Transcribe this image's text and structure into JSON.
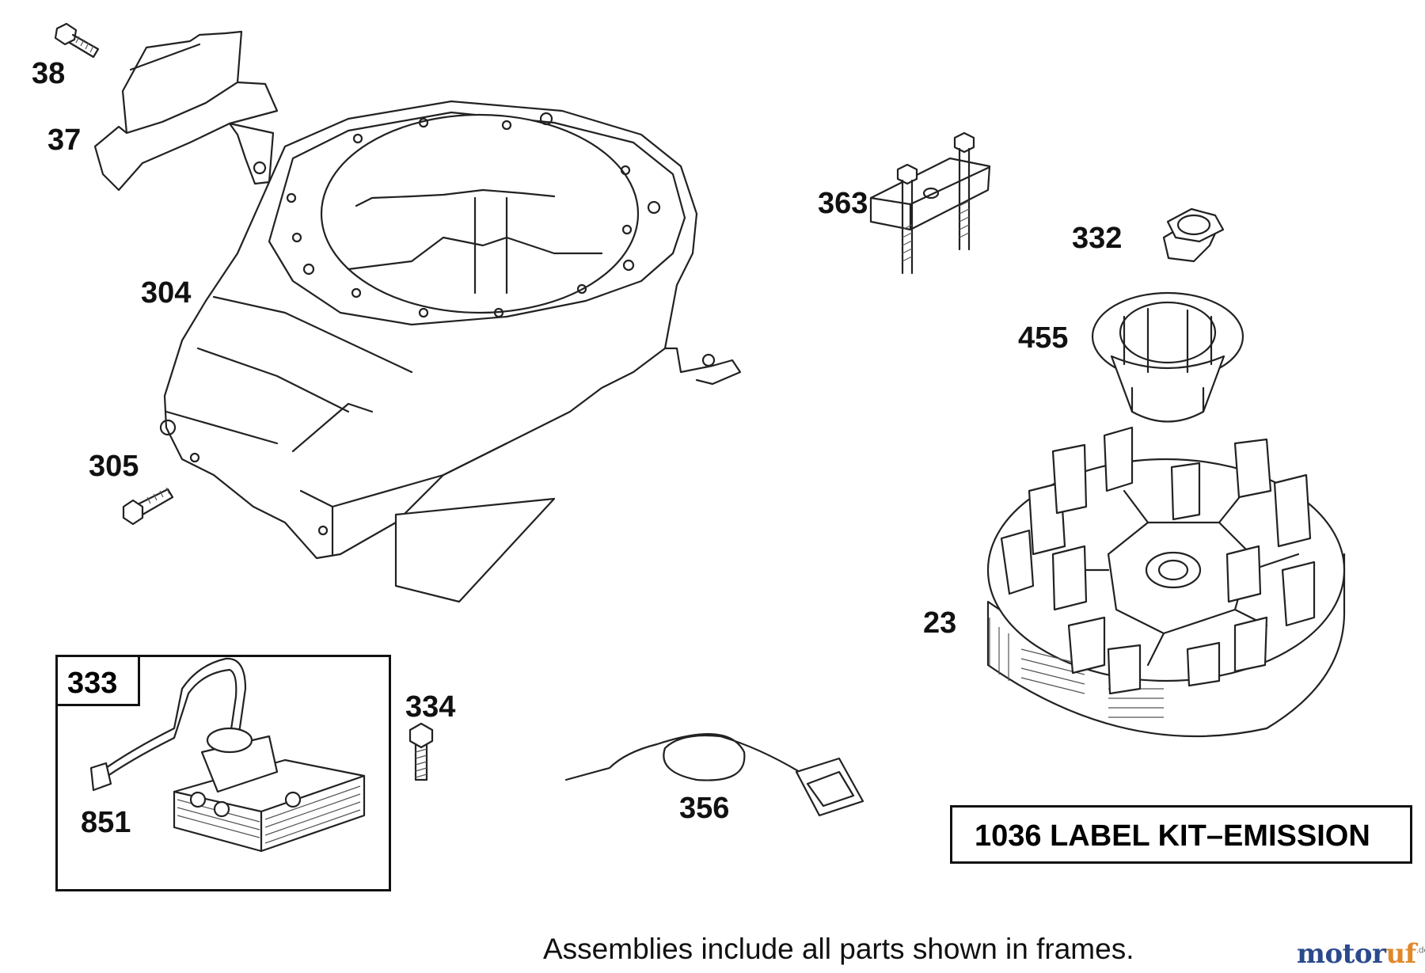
{
  "parts": [
    {
      "id": "p38",
      "number": "38",
      "name": "screw"
    },
    {
      "id": "p37",
      "number": "37",
      "name": "deflector"
    },
    {
      "id": "p304",
      "number": "304",
      "name": "blower housing"
    },
    {
      "id": "p305",
      "number": "305",
      "name": "screw"
    },
    {
      "id": "p363",
      "number": "363",
      "name": "bracket"
    },
    {
      "id": "p332",
      "number": "332",
      "name": "nut"
    },
    {
      "id": "p455",
      "number": "455",
      "name": "cup"
    },
    {
      "id": "p23",
      "number": "23",
      "name": "flywheel"
    },
    {
      "id": "p333",
      "number": "333",
      "name": "armature assembly"
    },
    {
      "id": "p851",
      "number": "851",
      "name": "spark plug terminal"
    },
    {
      "id": "p334",
      "number": "334",
      "name": "screw"
    },
    {
      "id": "p356",
      "number": "356",
      "name": "ground wire"
    }
  ],
  "label_kit": "1036 LABEL KIT–EMISSION",
  "footer_note": "Assemblies include all parts shown in frames.",
  "watermark": {
    "segments": [
      {
        "text": "motor",
        "color": "#2b4a8c"
      },
      {
        "text": "uf",
        "color": "#e0882a"
      }
    ],
    "suffix": ".de"
  },
  "colors": {
    "line": "#222222",
    "background": "#ffffff"
  }
}
